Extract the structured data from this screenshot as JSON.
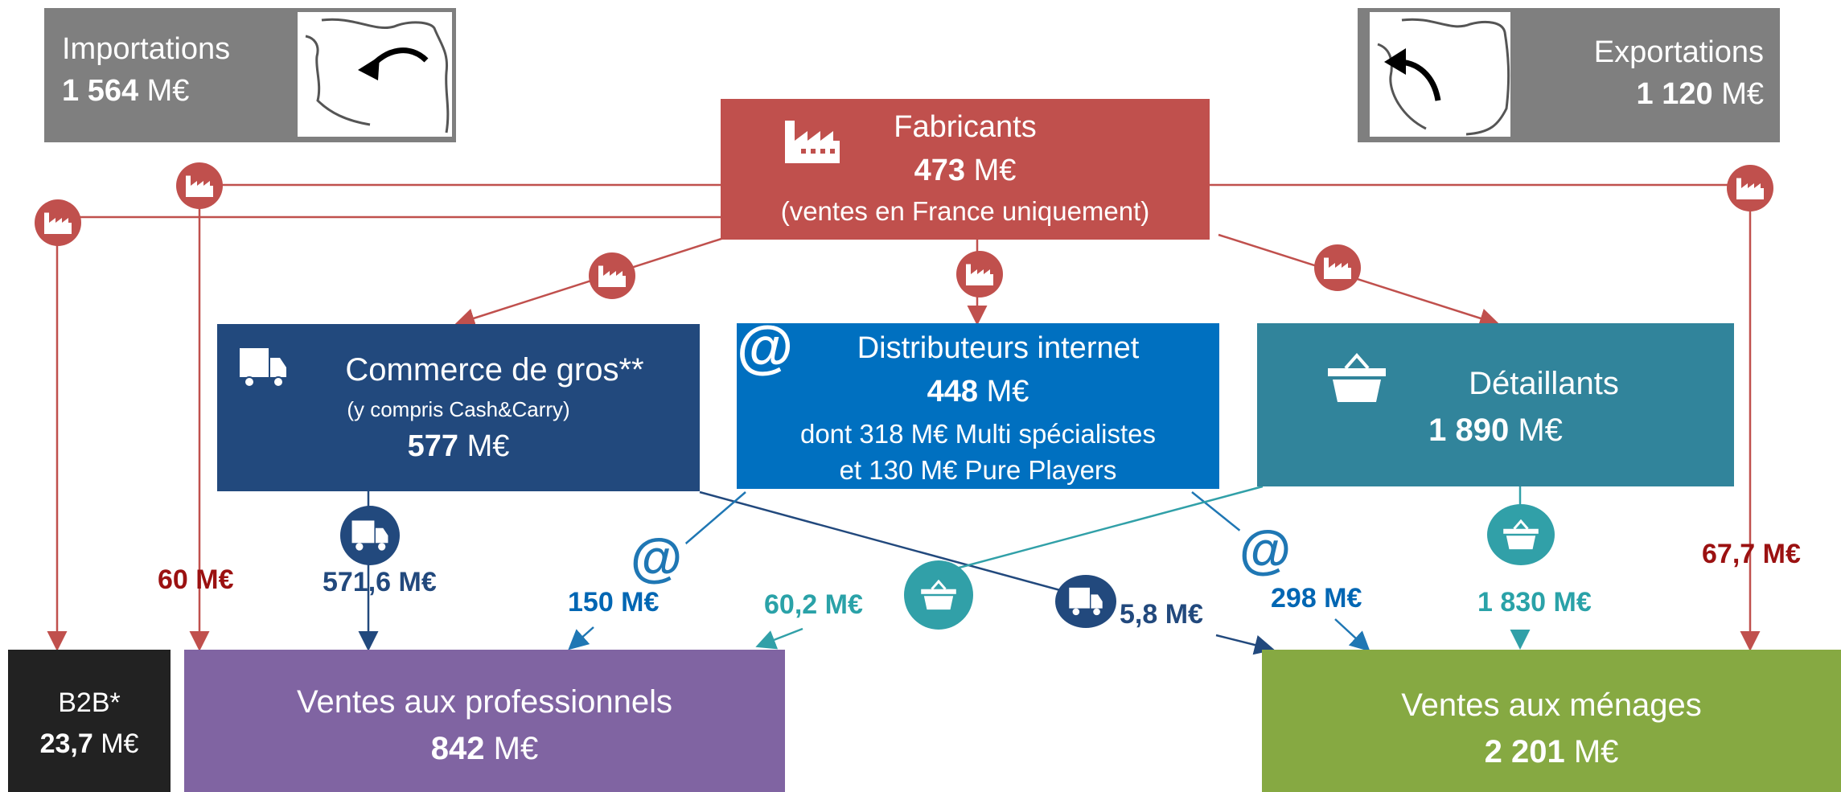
{
  "colors": {
    "fabricants": "#c0504d",
    "gros": "#22497d",
    "internet": "#0070c0",
    "detaillants": "#31849b",
    "pros": "#8064a2",
    "menages": "#86a942",
    "b2b": "#222222",
    "trade": "#7f7f7f",
    "red_label": "#9b1111",
    "blue_label": "#0066b3",
    "teal_label": "#2aa2a8"
  },
  "icons": {
    "factory": "factory-icon",
    "truck": "truck-icon",
    "at": "at-sign-icon",
    "basket": "basket-icon",
    "arrow": "curved-arrow-icon"
  },
  "importations": {
    "title": "Importations",
    "value": "1 564",
    "unit": "M€"
  },
  "exportations": {
    "title": "Exportations",
    "value": "1 120",
    "unit": "M€"
  },
  "fabricants": {
    "title": "Fabricants",
    "value": "473",
    "unit": "M€",
    "note": "(ventes en France uniquement)"
  },
  "gros": {
    "title": "Commerce de gros**",
    "sub": "(y compris Cash&Carry)",
    "value": "577",
    "unit": "M€"
  },
  "internet": {
    "title": "Distributeurs internet",
    "value": "448",
    "unit": "M€",
    "line1": "dont 318 M€ Multi spécialistes",
    "line2": "et 130 M€ Pure Players"
  },
  "detaillants": {
    "title": "Détaillants",
    "value": "1 890",
    "unit": "M€"
  },
  "b2b": {
    "title": "B2B*",
    "value": "23,7",
    "unit": "M€"
  },
  "pros": {
    "title": "Ventes aux professionnels",
    "value": "842",
    "unit": "M€"
  },
  "menages": {
    "title": "Ventes aux ménages",
    "value": "2 201",
    "unit": "M€"
  },
  "flows": {
    "fab_pros": "60 M€",
    "gros_pros": "571,6 M€",
    "int_pros": "150 M€",
    "det_pros": "60,2 M€",
    "gros_men": "5,8 M€",
    "int_men": "298 M€",
    "det_men": "1 830 M€",
    "fab_men": "67,7 M€"
  }
}
